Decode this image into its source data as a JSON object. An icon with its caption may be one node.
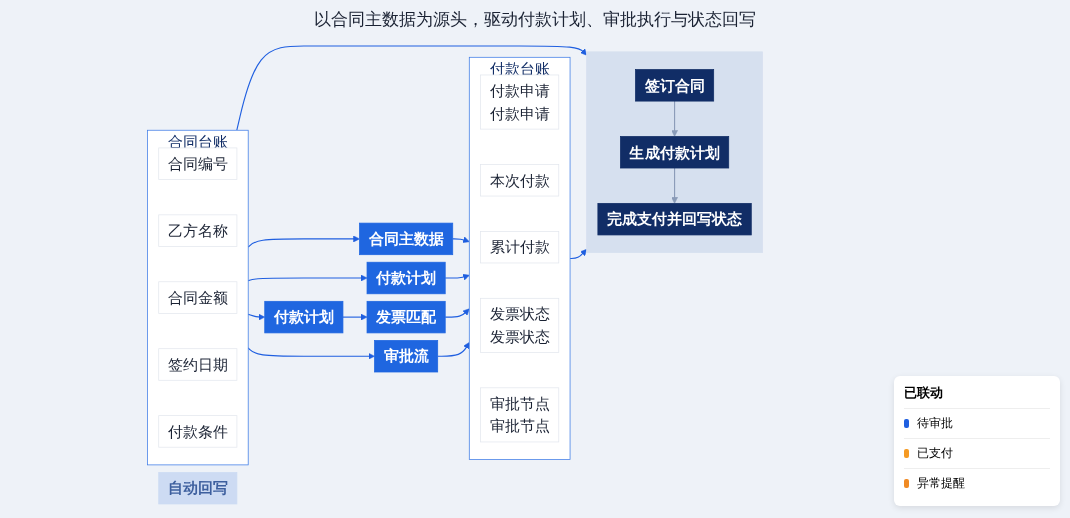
{
  "diagram": {
    "title": "以合同主数据为源头，驱动付款计划、审批执行与状态回写",
    "nodes": [
      {
        "text": [
          "合同台账"
        ]
      },
      {
        "text": [
          "合同编号"
        ],
        "in": 0
      },
      {
        "text": [
          "乙方名称"
        ],
        "in": 0
      },
      {
        "text": [
          "合同金额"
        ],
        "in": 0
      },
      {
        "text": [
          "签约日期"
        ],
        "in": 0
      },
      {
        "text": [
          "付款条件"
        ],
        "in": 0
      },
      {
        "text": [
          "付款台账"
        ]
      },
      {
        "text": [
          "付款申请",
          "付款申请"
        ],
        "in": 6
      },
      {
        "text": [
          "本次付款"
        ],
        "in": 6
      },
      {
        "text": [
          "累计付款"
        ],
        "in": 6
      },
      {
        "text": [
          "发票状态",
          "发票状态"
        ],
        "in": 6
      },
      {
        "text": [
          "审批节点",
          "审批节点"
        ],
        "in": 6
      },
      {
        "text": [
          "合同主数据"
        ]
      },
      {
        "text": [
          "付款计划"
        ]
      },
      {
        "text": [
          "付款计划"
        ]
      },
      {
        "text": [
          "发票匹配"
        ]
      },
      {
        "text": [
          "审批流"
        ]
      },
      {
        "text": [
          "自动回写"
        ]
      },
      {
        "text": [],
        "shape": "band"
      },
      {
        "text": [
          "签订合同"
        ],
        "in": 18
      },
      {
        "text": [
          "生成付款计划"
        ],
        "in": 18
      },
      {
        "text": [
          "完成支付并回写状态"
        ],
        "in": 18
      }
    ],
    "edges": [
      {
        "from": 0,
        "to": 12,
        "arrow": "to"
      },
      {
        "from": 12,
        "to": 6,
        "arrow": "to"
      },
      {
        "from": 0,
        "to": 13,
        "arrow": "to"
      },
      {
        "from": 0,
        "to": 14,
        "arrow": "to"
      },
      {
        "from": 0,
        "to": 16,
        "arrow": "to"
      },
      {
        "from": 14,
        "to": 15,
        "arrow": "to"
      },
      {
        "from": 13,
        "to": 6,
        "arrow": "to"
      },
      {
        "from": 15,
        "to": 6,
        "arrow": "to"
      },
      {
        "from": 16,
        "to": 6,
        "arrow": "to"
      },
      {
        "from": 0,
        "to": 18,
        "arrow": "to"
      },
      {
        "from": 6,
        "to": 18,
        "arrow": "to"
      },
      {
        "from": 19,
        "to": 20,
        "arrow": "to",
        "color": "#8a9bb8"
      },
      {
        "from": 20,
        "to": 21,
        "arrow": "to",
        "color": "#8a9bb8"
      }
    ],
    "labels": [
      "已联动"
    ],
    "legend": [
      {
        "text": "待审批",
        "color": "#1f5fe0"
      },
      {
        "text": "已支付",
        "color": "#f59a23"
      },
      {
        "text": "异常提醒",
        "color": "#f08a24"
      }
    ]
  }
}
